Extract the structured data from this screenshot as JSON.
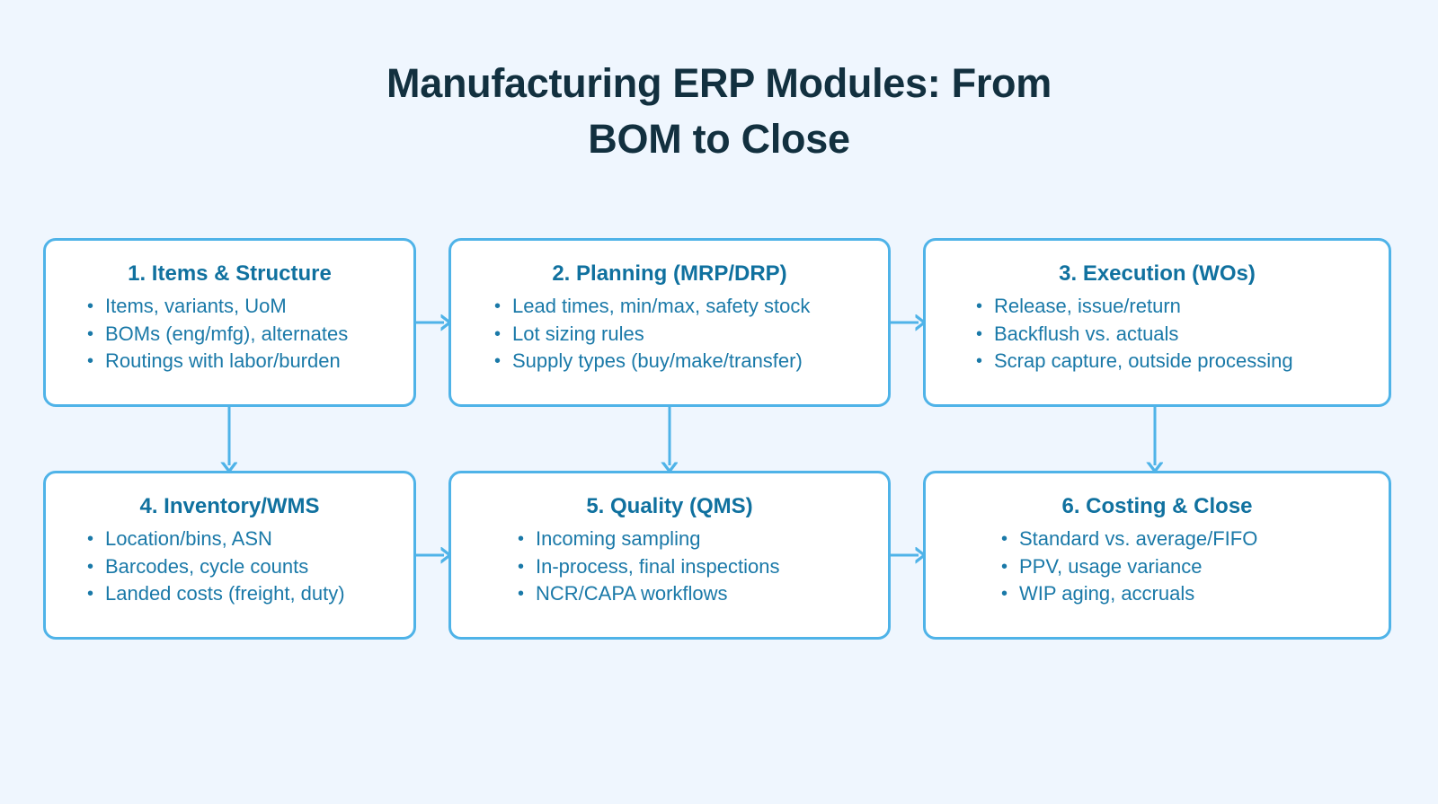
{
  "title": "Manufacturing ERP Modules: From\nBOM to Close",
  "colors": {
    "background": "#eff6fe",
    "title_text": "#12303f",
    "node_border": "#4fb3e8",
    "node_fill": "#ffffff",
    "node_title_text": "#10719f",
    "node_body_text": "#1a79a8",
    "connector": "#4fb3e8"
  },
  "bullet_glyph": "•",
  "nodes": [
    {
      "id": "items-structure",
      "title": "1.  Items & Structure",
      "items": [
        "Items, variants, UoM",
        "BOMs (eng/mfg), alternates",
        "Routings with labor/burden"
      ]
    },
    {
      "id": "planning",
      "title": "2.  Planning (MRP/DRP)",
      "items": [
        "Lead times, min/max, safety stock",
        "Lot sizing rules",
        "Supply types (buy/make/transfer)"
      ]
    },
    {
      "id": "execution",
      "title": "3.  Execution (WOs)",
      "items": [
        "Release, issue/return",
        "Backflush vs. actuals",
        "Scrap capture, outside processing"
      ]
    },
    {
      "id": "inventory-wms",
      "title": "4.  Inventory/WMS",
      "items": [
        "Location/bins, ASN",
        "Barcodes, cycle counts",
        "Landed costs (freight, duty)"
      ]
    },
    {
      "id": "quality",
      "title": "5.  Quality (QMS)",
      "items": [
        "Incoming sampling",
        "In-process, final inspections",
        "NCR/CAPA workflows"
      ]
    },
    {
      "id": "costing-close",
      "title": "6.  Costing & Close",
      "items": [
        "Standard vs. average/FIFO",
        "PPV, usage variance",
        "WIP aging, accruals"
      ]
    }
  ],
  "connectors": [
    {
      "id": "items-to-planning",
      "from": "items-structure",
      "to": "planning",
      "direction": "right"
    },
    {
      "id": "planning-to-execution",
      "from": "planning",
      "to": "execution",
      "direction": "right"
    },
    {
      "id": "items-to-inventory",
      "from": "items-structure",
      "to": "inventory-wms",
      "direction": "down"
    },
    {
      "id": "planning-to-quality",
      "from": "planning",
      "to": "quality",
      "direction": "down"
    },
    {
      "id": "execution-to-costing",
      "from": "execution",
      "to": "costing-close",
      "direction": "down"
    },
    {
      "id": "inventory-to-quality",
      "from": "inventory-wms",
      "to": "quality",
      "direction": "right"
    },
    {
      "id": "quality-to-costing",
      "from": "quality",
      "to": "costing-close",
      "direction": "right"
    }
  ]
}
